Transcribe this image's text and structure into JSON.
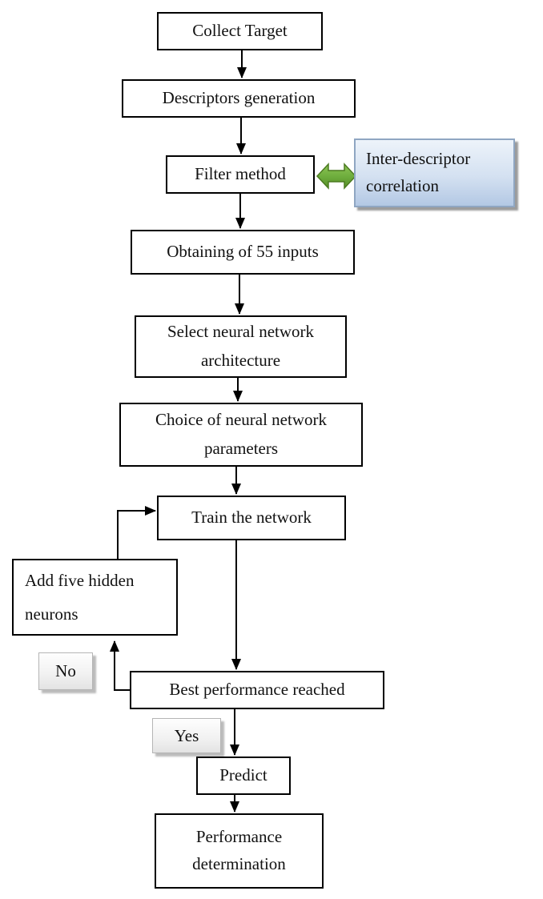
{
  "flowchart": {
    "nodes": {
      "collect_target": {
        "label": "Collect Target"
      },
      "descriptors_generation": {
        "label": "Descriptors generation"
      },
      "filter_method": {
        "label": "Filter method"
      },
      "inter_descriptor_correlation": {
        "label": "Inter-descriptor correlation"
      },
      "obtaining_inputs": {
        "label": "Obtaining of 55 inputs"
      },
      "select_architecture": {
        "label": "Select neural network architecture"
      },
      "choice_parameters": {
        "label": "Choice of neural network parameters"
      },
      "train_network": {
        "label": "Train the network"
      },
      "add_hidden_neurons": {
        "label": "Add five hidden neurons"
      },
      "best_performance": {
        "label": "Best performance reached"
      },
      "predict": {
        "label": "Predict"
      },
      "performance_determination": {
        "label": "Performance determination"
      }
    },
    "branch_labels": {
      "no": "No",
      "yes": "Yes"
    },
    "colors": {
      "node_border": "#000000",
      "node_fill": "#ffffff",
      "text": "#111111",
      "connector": "#000000",
      "callout_fill_top": "#edf3fa",
      "callout_fill_bottom": "#b3c8e4",
      "callout_border": "#8fa6c2",
      "double_arrow_fill": "#6fae3e",
      "double_arrow_border": "#4c7a21",
      "chip_fill_top": "#fefefe",
      "chip_fill_bottom": "#e3e3e3",
      "shadow": "#a3a3a3"
    }
  }
}
